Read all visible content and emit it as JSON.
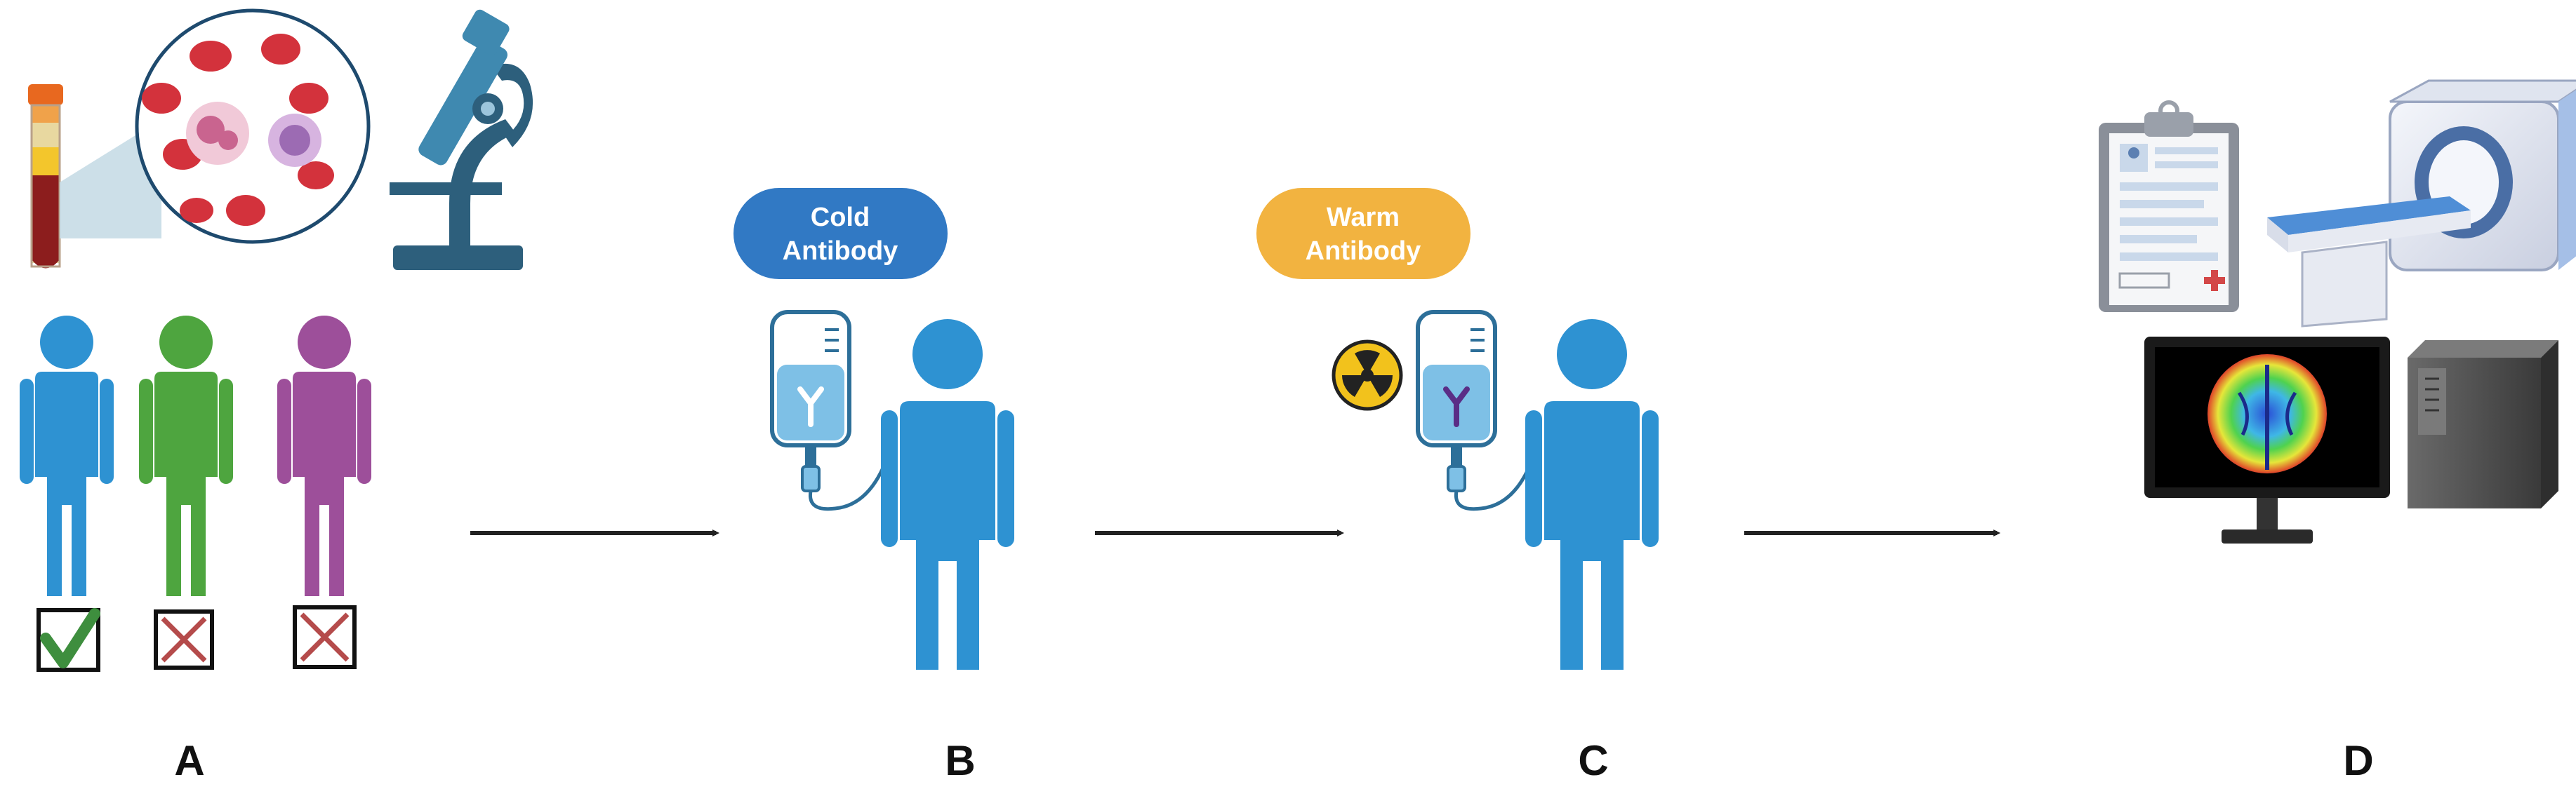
{
  "stages": [
    {
      "id": "A",
      "label": "A"
    },
    {
      "id": "B",
      "label": "B",
      "badge_line1": "Cold",
      "badge_line2": "Antibody"
    },
    {
      "id": "C",
      "label": "C",
      "badge_line1": "Warm",
      "badge_line2": "Antibody"
    },
    {
      "id": "D",
      "label": "D"
    }
  ],
  "colors": {
    "person_blue": "#2e92d2",
    "person_green": "#4ea53f",
    "person_purple": "#9d4f9a",
    "cold_badge": "#3179c4",
    "warm_badge": "#f2b340",
    "arrow": "#222222",
    "check_green": "#3e8e3e",
    "cross_red": "#b54b4b"
  },
  "icons": {
    "blood_tube": "blood-tube-icon",
    "blood_cells": "blood-smear-magnified-icon",
    "microscope": "microscope-icon",
    "iv_bag": "iv-antibody-bag-icon",
    "radiation": "radiation-icon",
    "clipboard": "clipboard-icon",
    "pet_scanner": "pet-scanner-icon",
    "monitor": "monitor-brain-scan-icon",
    "computer": "computer-tower-icon"
  }
}
